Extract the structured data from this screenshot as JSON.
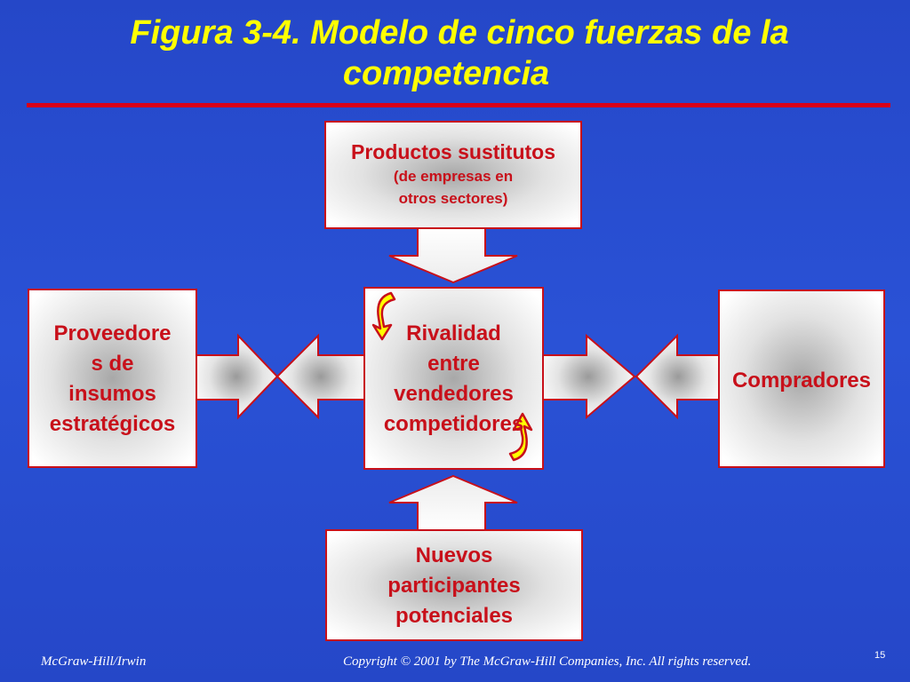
{
  "title": {
    "line1": "Figura  3-4.  Modelo de cinco fuerzas de la",
    "line2": "competencia"
  },
  "boxes": {
    "sustitutos": {
      "title": "Productos sustitutos",
      "sub1": "(de empresas en",
      "sub2": "otros sectores)"
    },
    "proveedores": {
      "line1": "Proveedore",
      "line2": "s de",
      "line3": "insumos",
      "line4": "estratégicos"
    },
    "rivalidad": {
      "line1": "Rivalidad",
      "line2": "entre",
      "line3": "vendedores",
      "line4": "competidores"
    },
    "compradores": {
      "line1": "Compradores"
    },
    "nuevos": {
      "line1": "Nuevos",
      "line2": "participantes",
      "line3": "potenciales"
    }
  },
  "colors": {
    "background": "#2a4fd0",
    "title": "#ffff00",
    "box_text": "#c8101a",
    "box_border": "#c8101a",
    "rule": "#d80018",
    "curved_arrow": "#ffff00"
  },
  "footer": {
    "publisher": "McGraw-Hill/Irwin",
    "copyright": "Copyright © 2001 by The McGraw-Hill Companies, Inc.  All rights reserved.",
    "page": "15"
  }
}
